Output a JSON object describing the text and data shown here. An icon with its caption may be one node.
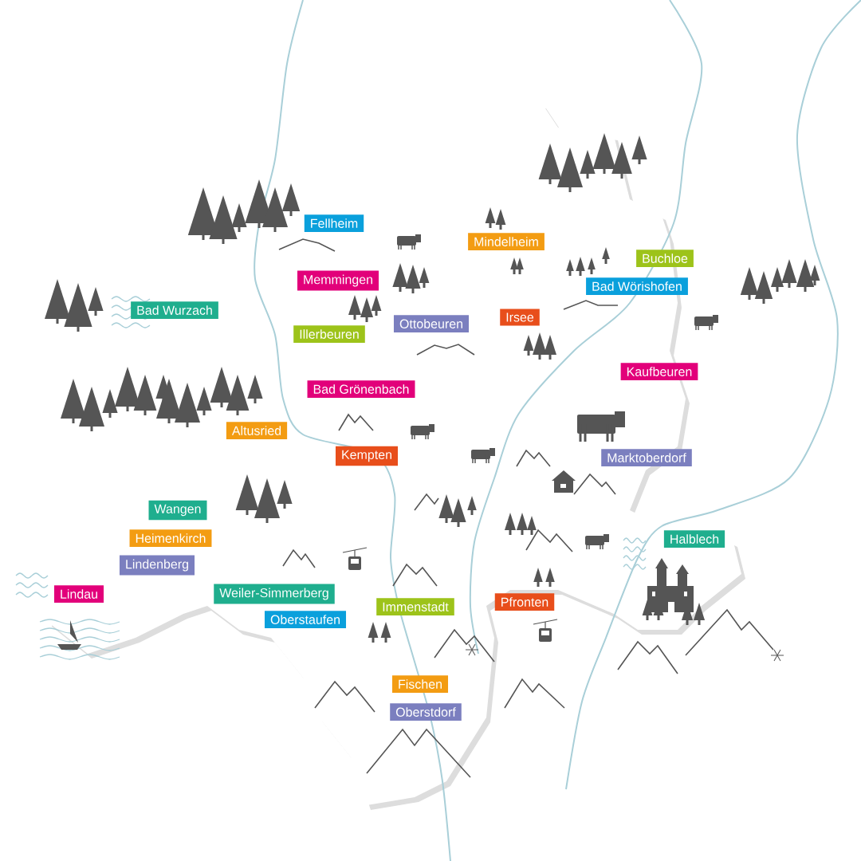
{
  "diagram": {
    "nodes": [
      {
        "text": [
          "Fellheim"
        ]
      },
      {
        "text": [
          "Mindelheim"
        ]
      },
      {
        "text": [
          "Buchloe"
        ]
      },
      {
        "text": [
          "Memmingen"
        ]
      },
      {
        "text": [
          "Bad Wörishofen"
        ]
      },
      {
        "text": [
          "Bad Wurzach"
        ]
      },
      {
        "text": [
          "Irsee"
        ]
      },
      {
        "text": [
          "Ottobeuren"
        ]
      },
      {
        "text": [
          "Illerbeuren"
        ]
      },
      {
        "text": [
          "Kaufbeuren"
        ]
      },
      {
        "text": [
          "Bad Grönenbach"
        ]
      },
      {
        "text": [
          "Altusried"
        ]
      },
      {
        "text": [
          "Kempten"
        ]
      },
      {
        "text": [
          "Marktoberdorf"
        ]
      },
      {
        "text": [
          "Wangen"
        ]
      },
      {
        "text": [
          "Heimenkirch"
        ]
      },
      {
        "text": [
          "Halblech"
        ]
      },
      {
        "text": [
          "Lindenberg"
        ]
      },
      {
        "text": [
          "Lindau"
        ]
      },
      {
        "text": [
          "Weiler-Simmerberg"
        ]
      },
      {
        "text": [
          "Pfronten"
        ]
      },
      {
        "text": [
          "Immenstadt"
        ]
      },
      {
        "text": [
          "Oberstaufen"
        ]
      },
      {
        "text": [
          "Fischen"
        ]
      },
      {
        "text": [
          "Oberstdorf"
        ]
      }
    ]
  }
}
